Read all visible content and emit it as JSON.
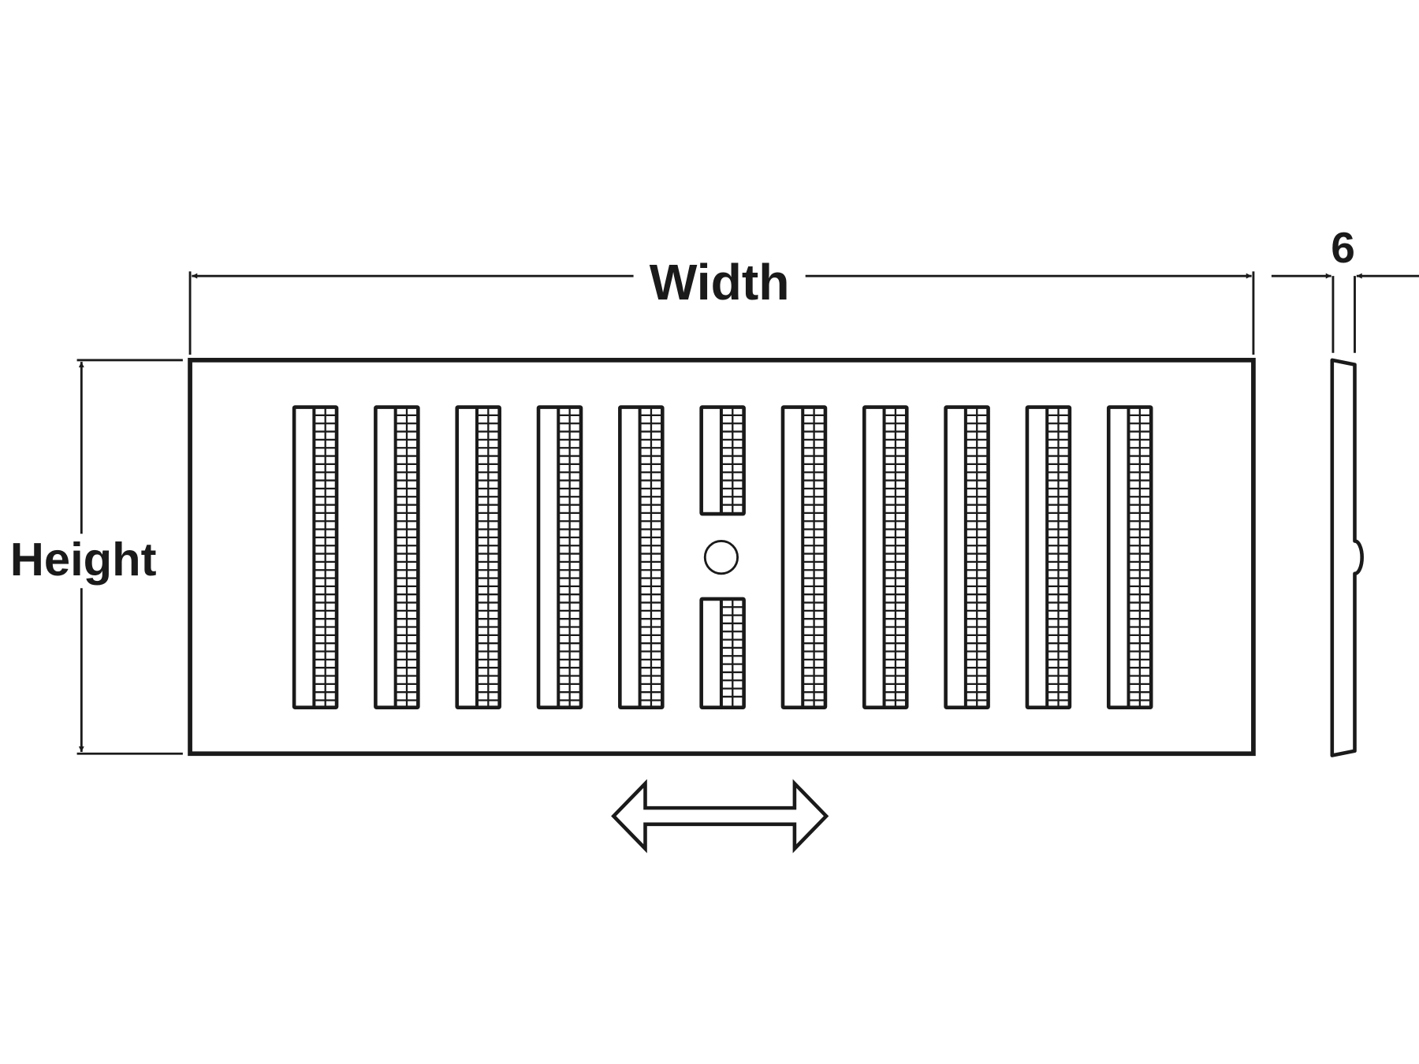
{
  "labels": {
    "width": "Width",
    "height": "Height",
    "thickness": "6"
  },
  "grille": {
    "slot_count": 11,
    "center_slot_has_knob": true
  },
  "colors": {
    "line": "#1a1a1a",
    "background": "#ffffff"
  }
}
